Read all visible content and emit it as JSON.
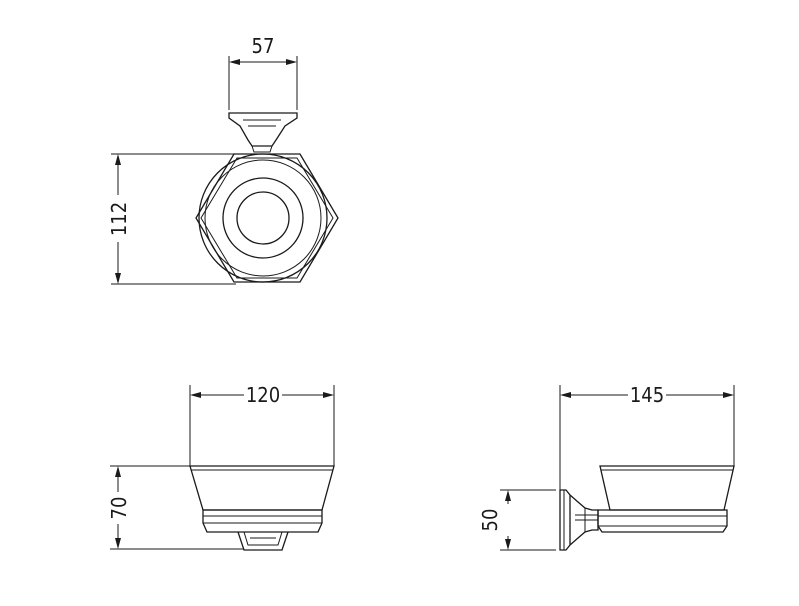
{
  "views": {
    "top": {
      "width_label": "57",
      "height_label": "112"
    },
    "front": {
      "width_label": "120",
      "height_label": "70"
    },
    "side": {
      "width_label": "145",
      "height_label": "50"
    }
  }
}
